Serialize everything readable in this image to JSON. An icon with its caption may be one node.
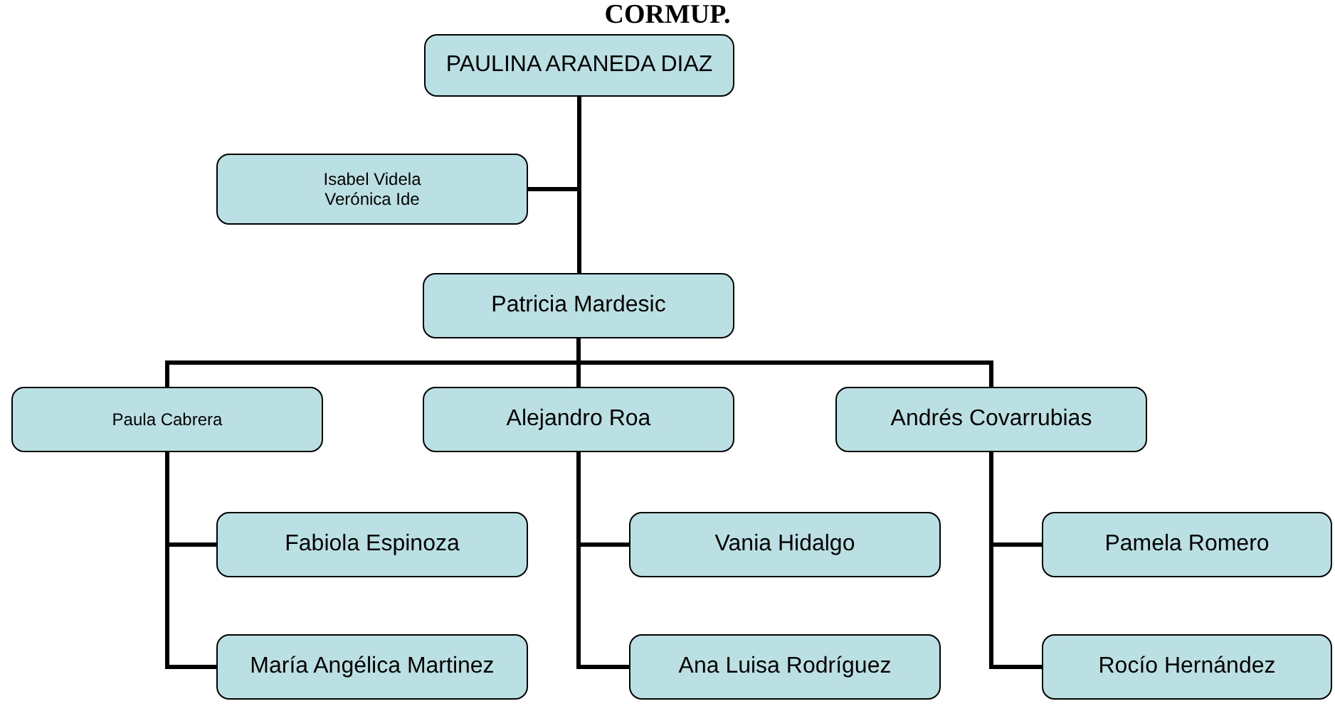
{
  "diagram": {
    "title": "CORMUP.",
    "nodes": [
      {
        "text": [
          "PAULINA ARANEDA DIAZ"
        ]
      },
      {
        "text": [
          "Isabel Videla",
          "Verónica Ide"
        ]
      },
      {
        "text": [
          "Patricia Mardesic"
        ]
      },
      {
        "text": [
          "Paula Cabrera"
        ]
      },
      {
        "text": [
          "Alejandro Roa"
        ]
      },
      {
        "text": [
          "Andrés Covarrubias"
        ]
      },
      {
        "text": [
          "Fabiola Espinoza"
        ]
      },
      {
        "text": [
          "María Angélica Martinez"
        ]
      },
      {
        "text": [
          "Vania Hidalgo"
        ]
      },
      {
        "text": [
          "Ana Luisa Rodríguez"
        ]
      },
      {
        "text": [
          "Pamela Romero"
        ]
      },
      {
        "text": [
          "Rocío Hernández"
        ]
      }
    ],
    "edges": [
      {
        "from": 0,
        "to": 1,
        "arrow": "none"
      },
      {
        "from": 0,
        "to": 2,
        "arrow": "none"
      },
      {
        "from": 2,
        "to": 3,
        "arrow": "none"
      },
      {
        "from": 2,
        "to": 4,
        "arrow": "none"
      },
      {
        "from": 2,
        "to": 5,
        "arrow": "none"
      },
      {
        "from": 3,
        "to": 6,
        "arrow": "none"
      },
      {
        "from": 3,
        "to": 7,
        "arrow": "none"
      },
      {
        "from": 4,
        "to": 8,
        "arrow": "none"
      },
      {
        "from": 4,
        "to": 9,
        "arrow": "none"
      },
      {
        "from": 5,
        "to": 10,
        "arrow": "none"
      },
      {
        "from": 5,
        "to": 11,
        "arrow": "none"
      }
    ]
  }
}
